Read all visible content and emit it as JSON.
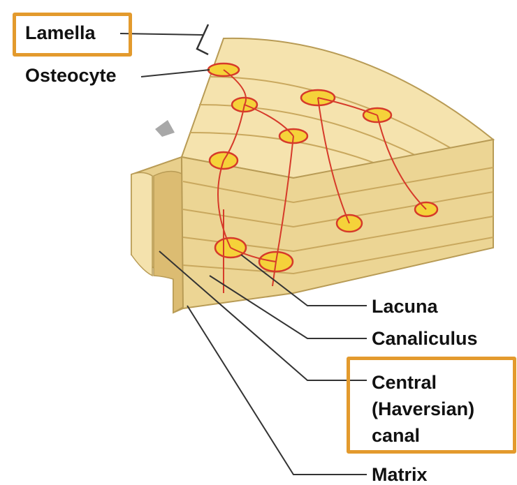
{
  "labels": {
    "lamella": "Lamella",
    "osteocyte": "Osteocyte",
    "lacuna": "Lacuna",
    "canaliculus": "Canaliculus",
    "central_canal": "Central\n(Haversian)\ncanal",
    "matrix": "Matrix"
  },
  "highlighted": [
    "lamella",
    "central_canal"
  ],
  "colors": {
    "highlight_box": "#e39a2d",
    "bone": "#f2dc9e",
    "bone_shadow": "#d9b96f",
    "lacuna": "#f5d23a",
    "canal_outline": "#d63a2a",
    "leader_line": "#333333"
  }
}
